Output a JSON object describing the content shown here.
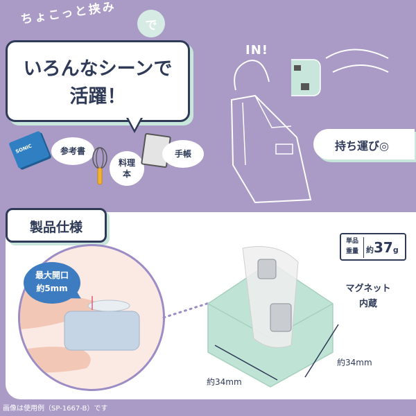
{
  "top": {
    "catch_lead": "ちょこっと挟み",
    "catch_end": "で",
    "headline_line1": "いろんなシーンで",
    "headline_line2": "活躍！",
    "book_logo": "SONIC",
    "tags": {
      "reference_book": "参考書",
      "cookbook_line1": "料理",
      "cookbook_line2": "本",
      "notebook": "手帳"
    },
    "in_text": "IN!",
    "carry": "持ち運び◎"
  },
  "spec": {
    "title": "製品仕様",
    "weight_label_line1": "単品",
    "weight_label_line2": "重量",
    "weight_prefix": "約",
    "weight_number": "37",
    "weight_unit": "g",
    "magnet_line1": "マグネット",
    "magnet_line2": "内蔵",
    "max_open_line1": "最大開口",
    "max_open_line2": "約5mm",
    "dim_right": "約34mm",
    "dim_bottom": "約34mm"
  },
  "footnote": "画像は使用例（SP-1667-B）です",
  "colors": {
    "background": "#a99bc6",
    "navy": "#2e3a57",
    "mint": "#c9e6dc",
    "blue": "#3d7cc0"
  }
}
